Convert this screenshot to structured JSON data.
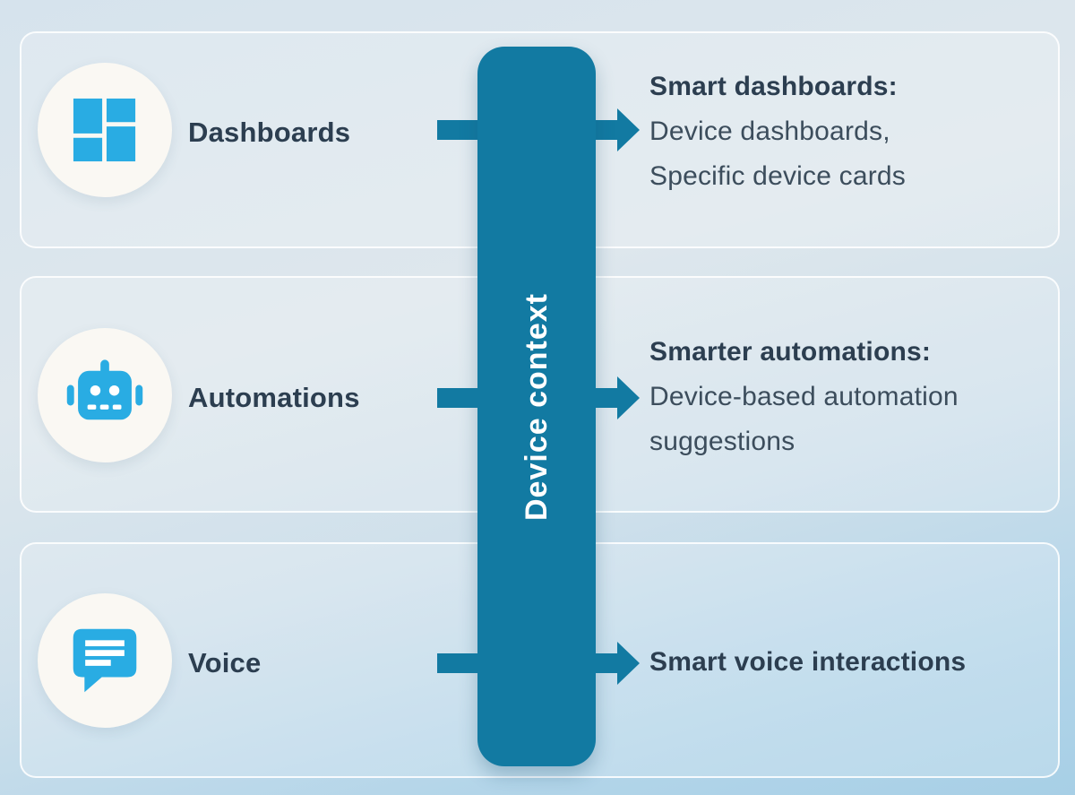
{
  "colors": {
    "accent_blue": "#29ACE3",
    "pillar_teal": "#127AA2",
    "text_dark": "#2C3E50",
    "text_body": "#3C4D5C",
    "circle_bg": "#FAF8F3"
  },
  "diagram": {
    "center_pillar": {
      "label": "Device context"
    },
    "rows": [
      {
        "icon": "dashboard-grid-icon",
        "label": "Dashboards",
        "output": {
          "title": "Smart dashboards:",
          "lines": [
            "Device dashboards,",
            "Specific device cards"
          ]
        }
      },
      {
        "icon": "robot-icon",
        "label": "Automations",
        "output": {
          "title": "Smarter automations:",
          "lines": [
            "Device-based automation",
            "suggestions"
          ]
        }
      },
      {
        "icon": "speech-bubble-icon",
        "label": "Voice",
        "output": {
          "title": "Smart voice interactions",
          "lines": []
        }
      }
    ]
  }
}
